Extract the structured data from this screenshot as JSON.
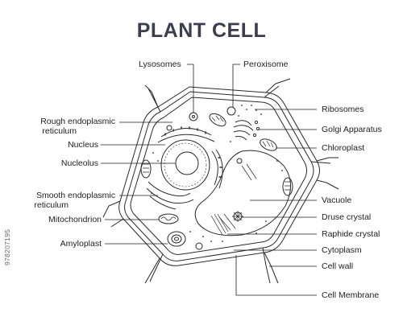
{
  "title": "PLANT CELL",
  "labels": {
    "lysosomes": "Lysosomes",
    "peroxisome": "Peroxisome",
    "rough_er_1": "Rough endoplasmic",
    "rough_er_2": "reticulum",
    "ribosomes": "Ribosomes",
    "golgi": "Golgi Apparatus",
    "nucleus": "Nucleus",
    "chloroplast": "Chloroplast",
    "nucleolus": "Nucleolus",
    "smooth_er_1": "Smooth endoplasmic",
    "smooth_er_2": "reticulum",
    "vacuole": "Vacuole",
    "druse": "Druse crystal",
    "mitochondrion": "Mitochondrion",
    "raphide": "Raphide crystal",
    "amyloplast": "Amyloplast",
    "cytoplasm": "Cytoplasm",
    "cell_wall": "Cell wall",
    "cell_membrane": "Cell Membrane"
  },
  "watermark": "978207195",
  "colors": {
    "line": "#2a2a2a",
    "title": "#3d3d4f"
  }
}
